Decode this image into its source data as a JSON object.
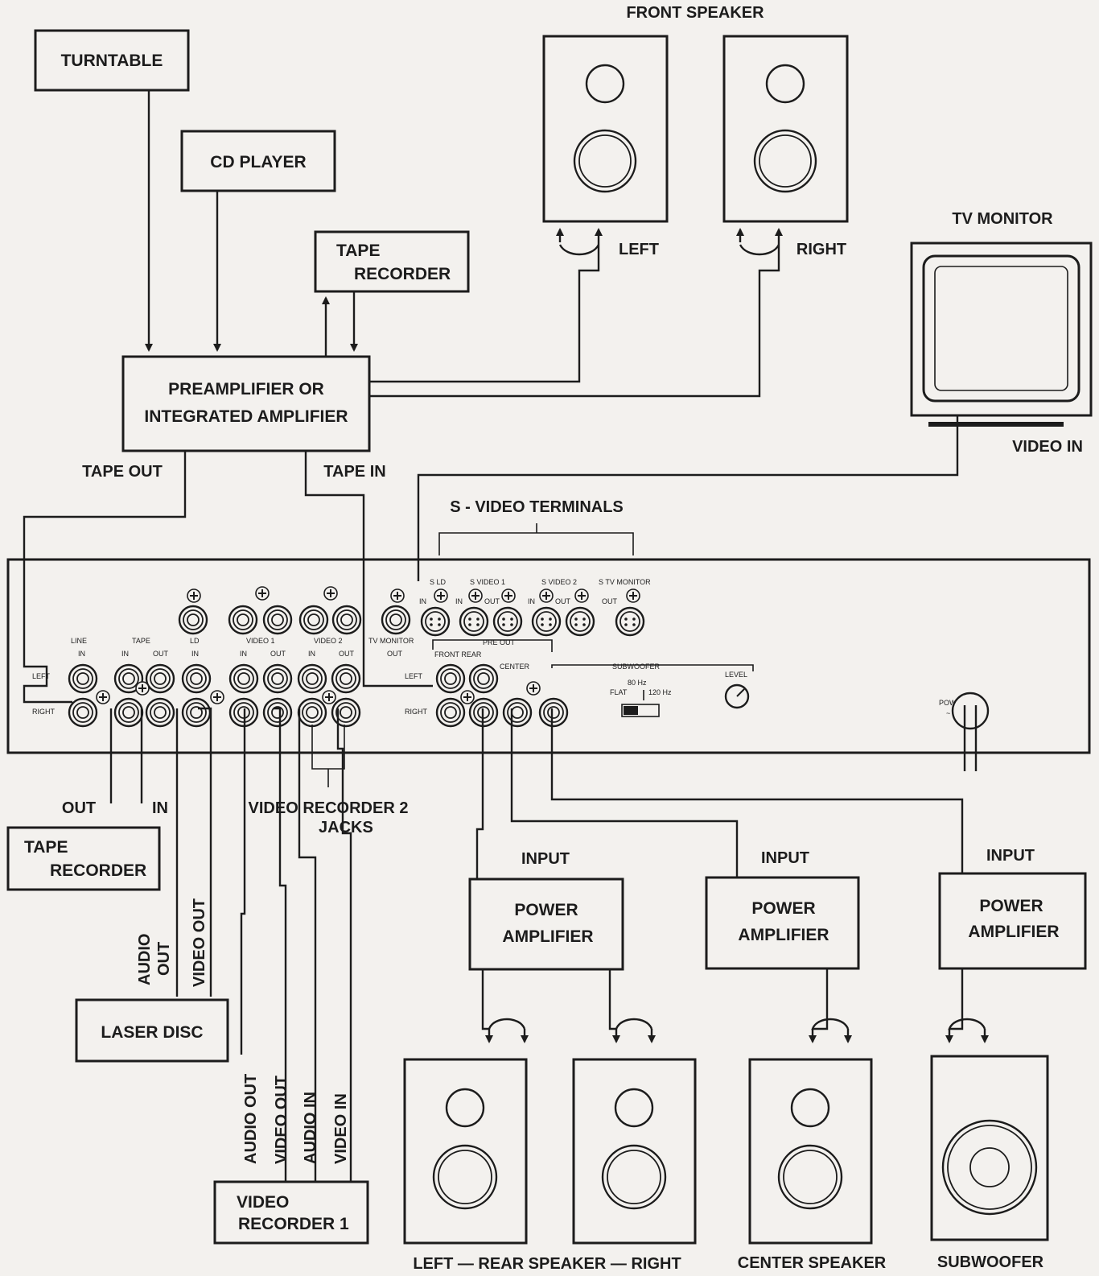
{
  "boxes": {
    "turntable": "TURNTABLE",
    "cd_player": "CD PLAYER",
    "tape_recorder_top_line1": "TAPE",
    "tape_recorder_top_line2": "RECORDER",
    "preamp_line1": "PREAMPLIFIER OR",
    "preamp_line2": "INTEGRATED AMPLIFIER",
    "tape_recorder_bottom_line1": "TAPE",
    "tape_recorder_bottom_line2": "RECORDER",
    "laser_disc": "LASER DISC",
    "video_recorder_1_line1": "VIDEO",
    "video_recorder_1_line2": "RECORDER 1",
    "power_amp_line1": "POWER",
    "power_amp_line2": "AMPLIFIER"
  },
  "labels": {
    "front_speaker": "FRONT SPEAKER",
    "left": "LEFT",
    "right": "RIGHT",
    "tv_monitor": "TV MONITOR",
    "video_in_tv": "VIDEO IN",
    "tape_out": "TAPE OUT",
    "tape_in": "TAPE IN",
    "s_video_terminals": "S - VIDEO TERMINALS",
    "out": "OUT",
    "in": "IN",
    "video_recorder_2_line1": "VIDEO RECORDER 2",
    "video_recorder_2_line2": "JACKS",
    "audio": "AUDIO",
    "video_out": "VIDEO OUT",
    "audio_out": "AUDIO OUT",
    "audio_in": "AUDIO IN",
    "video_in": "VIDEO IN",
    "input": "INPUT",
    "rear_speaker": "LEFT — REAR SPEAKER — RIGHT",
    "center_speaker": "CENTER SPEAKER",
    "subwoofer": "SUBWOOFER"
  },
  "panel": {
    "line": "LINE",
    "tape": "TAPE",
    "ld": "LD",
    "video1": "VIDEO 1",
    "video2": "VIDEO 2",
    "tv_monitor": "TV MONITOR",
    "in": "IN",
    "out": "OUT",
    "left": "LEFT",
    "right": "RIGHT",
    "pre_out": "PRE OUT",
    "front_rear": "FRONT REAR",
    "center": "CENTER",
    "subwoofer": "SUBWOOFER",
    "hz80": "80 Hz",
    "flat": "FLAT",
    "hz120": "120 Hz",
    "level": "LEVEL",
    "power": "POWER",
    "power_symbol": "~",
    "s_ld": "S LD",
    "s_video1": "S VIDEO 1",
    "s_video2": "S VIDEO 2",
    "s_tv_monitor": "S TV MONITOR"
  }
}
